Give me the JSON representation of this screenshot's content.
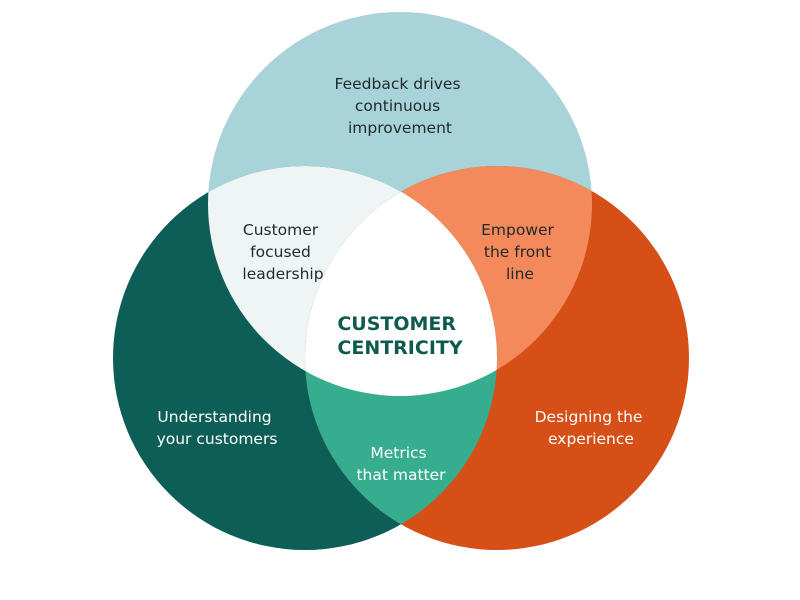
{
  "colors": {
    "top_circle": "#a8d3d9",
    "left_circle": "#0e5e58",
    "right_circle": "#d64f16",
    "top_left_overlap": "#eef5f4",
    "top_right_overlap": "#f4895c",
    "left_right_overlap": "#35ad8e",
    "center": "#ffffff",
    "dark_text": "#1f2a2a",
    "light_text": "#ffffff",
    "center_text": "#0f5a4f"
  },
  "center": {
    "lines": [
      "CUSTOMER",
      "CENTRICITY"
    ]
  },
  "regions": {
    "top": {
      "lines": [
        "Feedback drives",
        "continuous",
        "improvement"
      ]
    },
    "left": {
      "lines": [
        "Understanding",
        "your customers"
      ]
    },
    "right": {
      "lines": [
        "Designing the",
        "experience"
      ]
    },
    "top_left": {
      "lines": [
        "Customer",
        "focused",
        "leadership"
      ]
    },
    "top_right": {
      "lines": [
        "Empower",
        "the front",
        "line"
      ]
    },
    "left_right": {
      "lines": [
        "Metrics",
        "that matter"
      ]
    }
  }
}
